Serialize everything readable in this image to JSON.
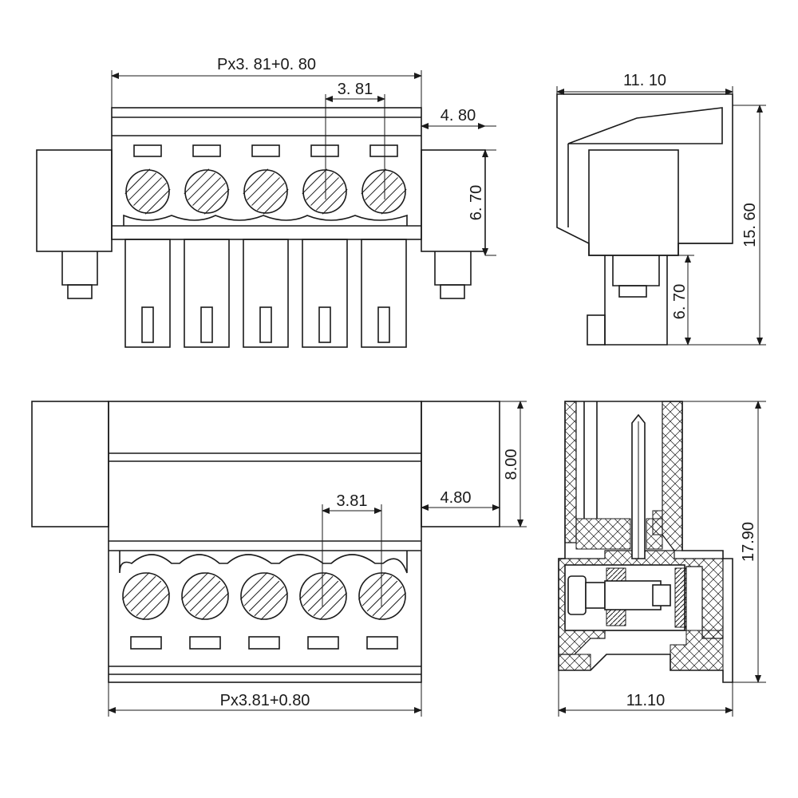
{
  "dimensions": {
    "top_front_width": "Px3. 81+0. 80",
    "top_front_pitch": "3. 81",
    "top_front_flange": "4. 80",
    "top_front_height": "6. 70",
    "top_side_width": "11. 10",
    "top_side_height": "15. 60",
    "top_side_lower": "6. 70",
    "bottom_front_height": "8.00",
    "bottom_front_pitch": "3.81",
    "bottom_front_flange": "4.80",
    "bottom_front_width": "Px3.81+0.80",
    "bottom_side_height": "17.90",
    "bottom_side_width": "11.10"
  },
  "pin_count": 5
}
